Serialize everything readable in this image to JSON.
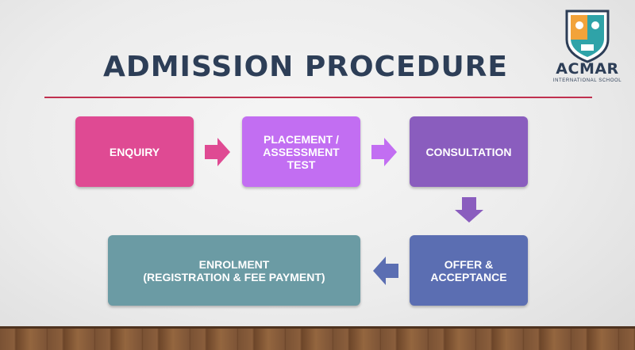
{
  "header": {
    "title": "ADMISSION PROCEDURE"
  },
  "logo": {
    "name": "ACMAR",
    "subtitle": "INTERNATIONAL SCHOOL"
  },
  "steps": [
    {
      "label": "ENQUIRY",
      "color": "#df4a93"
    },
    {
      "label": "PLACEMENT /\nASSESSMENT\nTEST",
      "color": "#c26ef2"
    },
    {
      "label": "CONSULTATION",
      "color": "#8a5dbe"
    },
    {
      "label": "OFFER &\nACCEPTANCE",
      "color": "#5b6eb2"
    },
    {
      "label": "ENROLMENT\n(REGISTRATION & FEE PAYMENT)",
      "color": "#6b9ba4"
    }
  ],
  "colors": {
    "title": "#2d3e57",
    "rule": "#c0304f",
    "arrow_1": "#df4a93",
    "arrow_2": "#c26ef2",
    "arrow_3": "#8a5dbe",
    "arrow_4": "#5b6eb2"
  }
}
